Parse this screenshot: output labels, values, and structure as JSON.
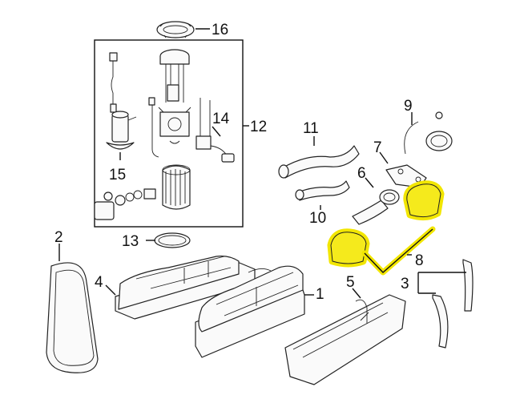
{
  "callouts": [
    {
      "id": "1",
      "text": "1"
    },
    {
      "id": "2",
      "text": "2"
    },
    {
      "id": "3",
      "text": "3"
    },
    {
      "id": "4",
      "text": "4"
    },
    {
      "id": "5",
      "text": "5"
    },
    {
      "id": "6",
      "text": "6"
    },
    {
      "id": "7",
      "text": "7"
    },
    {
      "id": "8",
      "text": "8"
    },
    {
      "id": "9",
      "text": "9"
    },
    {
      "id": "10",
      "text": "10"
    },
    {
      "id": "11",
      "text": "11"
    },
    {
      "id": "12",
      "text": "12"
    },
    {
      "id": "13",
      "text": "13"
    },
    {
      "id": "14",
      "text": "14"
    },
    {
      "id": "15",
      "text": "15"
    },
    {
      "id": "16",
      "text": "16"
    }
  ],
  "colors": {
    "highlight": "#f5ea1c",
    "line": "#111111",
    "background": "#ffffff"
  }
}
